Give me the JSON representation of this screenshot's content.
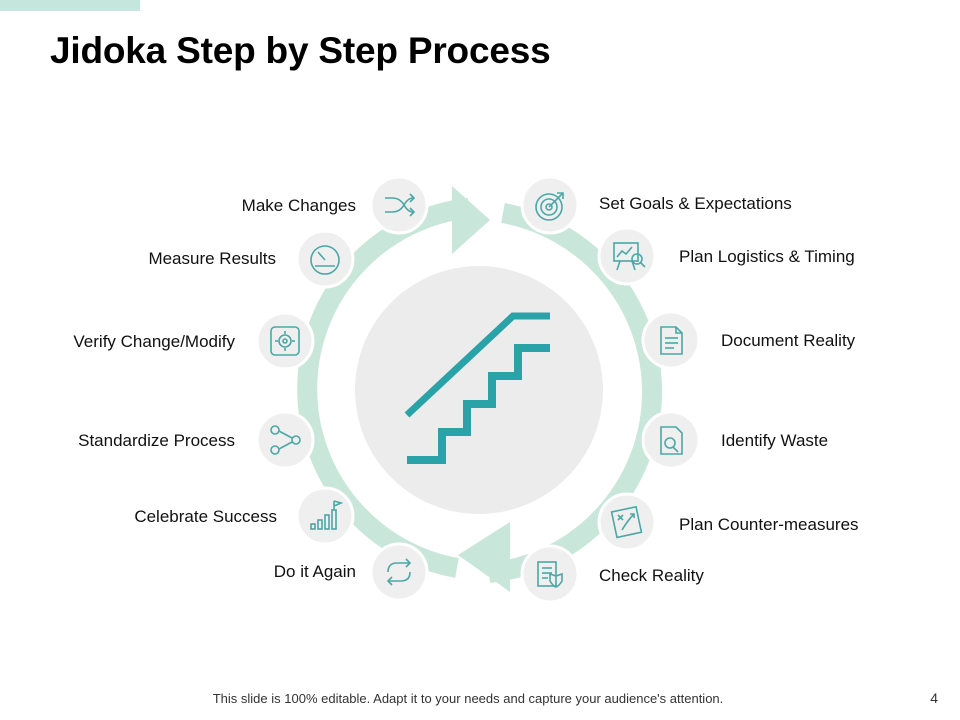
{
  "slide": {
    "title": "Jidoka Step by Step Process",
    "footer": "This slide is 100% editable. Adapt it to your needs and capture your audience's attention.",
    "page_number": "4"
  },
  "colors": {
    "accent": "#c5e6dc",
    "ring": "#c8e6da",
    "node_fill": "#efefef",
    "center_fill": "#ececec",
    "stairs": "#2aa3a8",
    "icon_stroke": "#4aa8a6"
  },
  "center_icon": "staircase-icon",
  "steps_right": [
    {
      "label": "Set Goals & Expectations",
      "icon": "target-icon"
    },
    {
      "label": "Plan Logistics & Timing",
      "icon": "presentation-chart-icon"
    },
    {
      "label": "Document Reality",
      "icon": "document-icon"
    },
    {
      "label": "Identify Waste",
      "icon": "document-search-icon"
    },
    {
      "label": "Plan Counter-measures",
      "icon": "strategy-board-icon"
    },
    {
      "label": "Check Reality",
      "icon": "checklist-shield-icon"
    }
  ],
  "steps_left": [
    {
      "label": "Make Changes",
      "icon": "shuffle-icon"
    },
    {
      "label": "Measure Results",
      "icon": "gauge-icon"
    },
    {
      "label": "Verify Change/Modify",
      "icon": "gear-settings-icon"
    },
    {
      "label": "Standardize Process",
      "icon": "gears-network-icon"
    },
    {
      "label": "Celebrate Success",
      "icon": "flag-growth-icon"
    },
    {
      "label": "Do it Again",
      "icon": "repeat-icon"
    }
  ]
}
